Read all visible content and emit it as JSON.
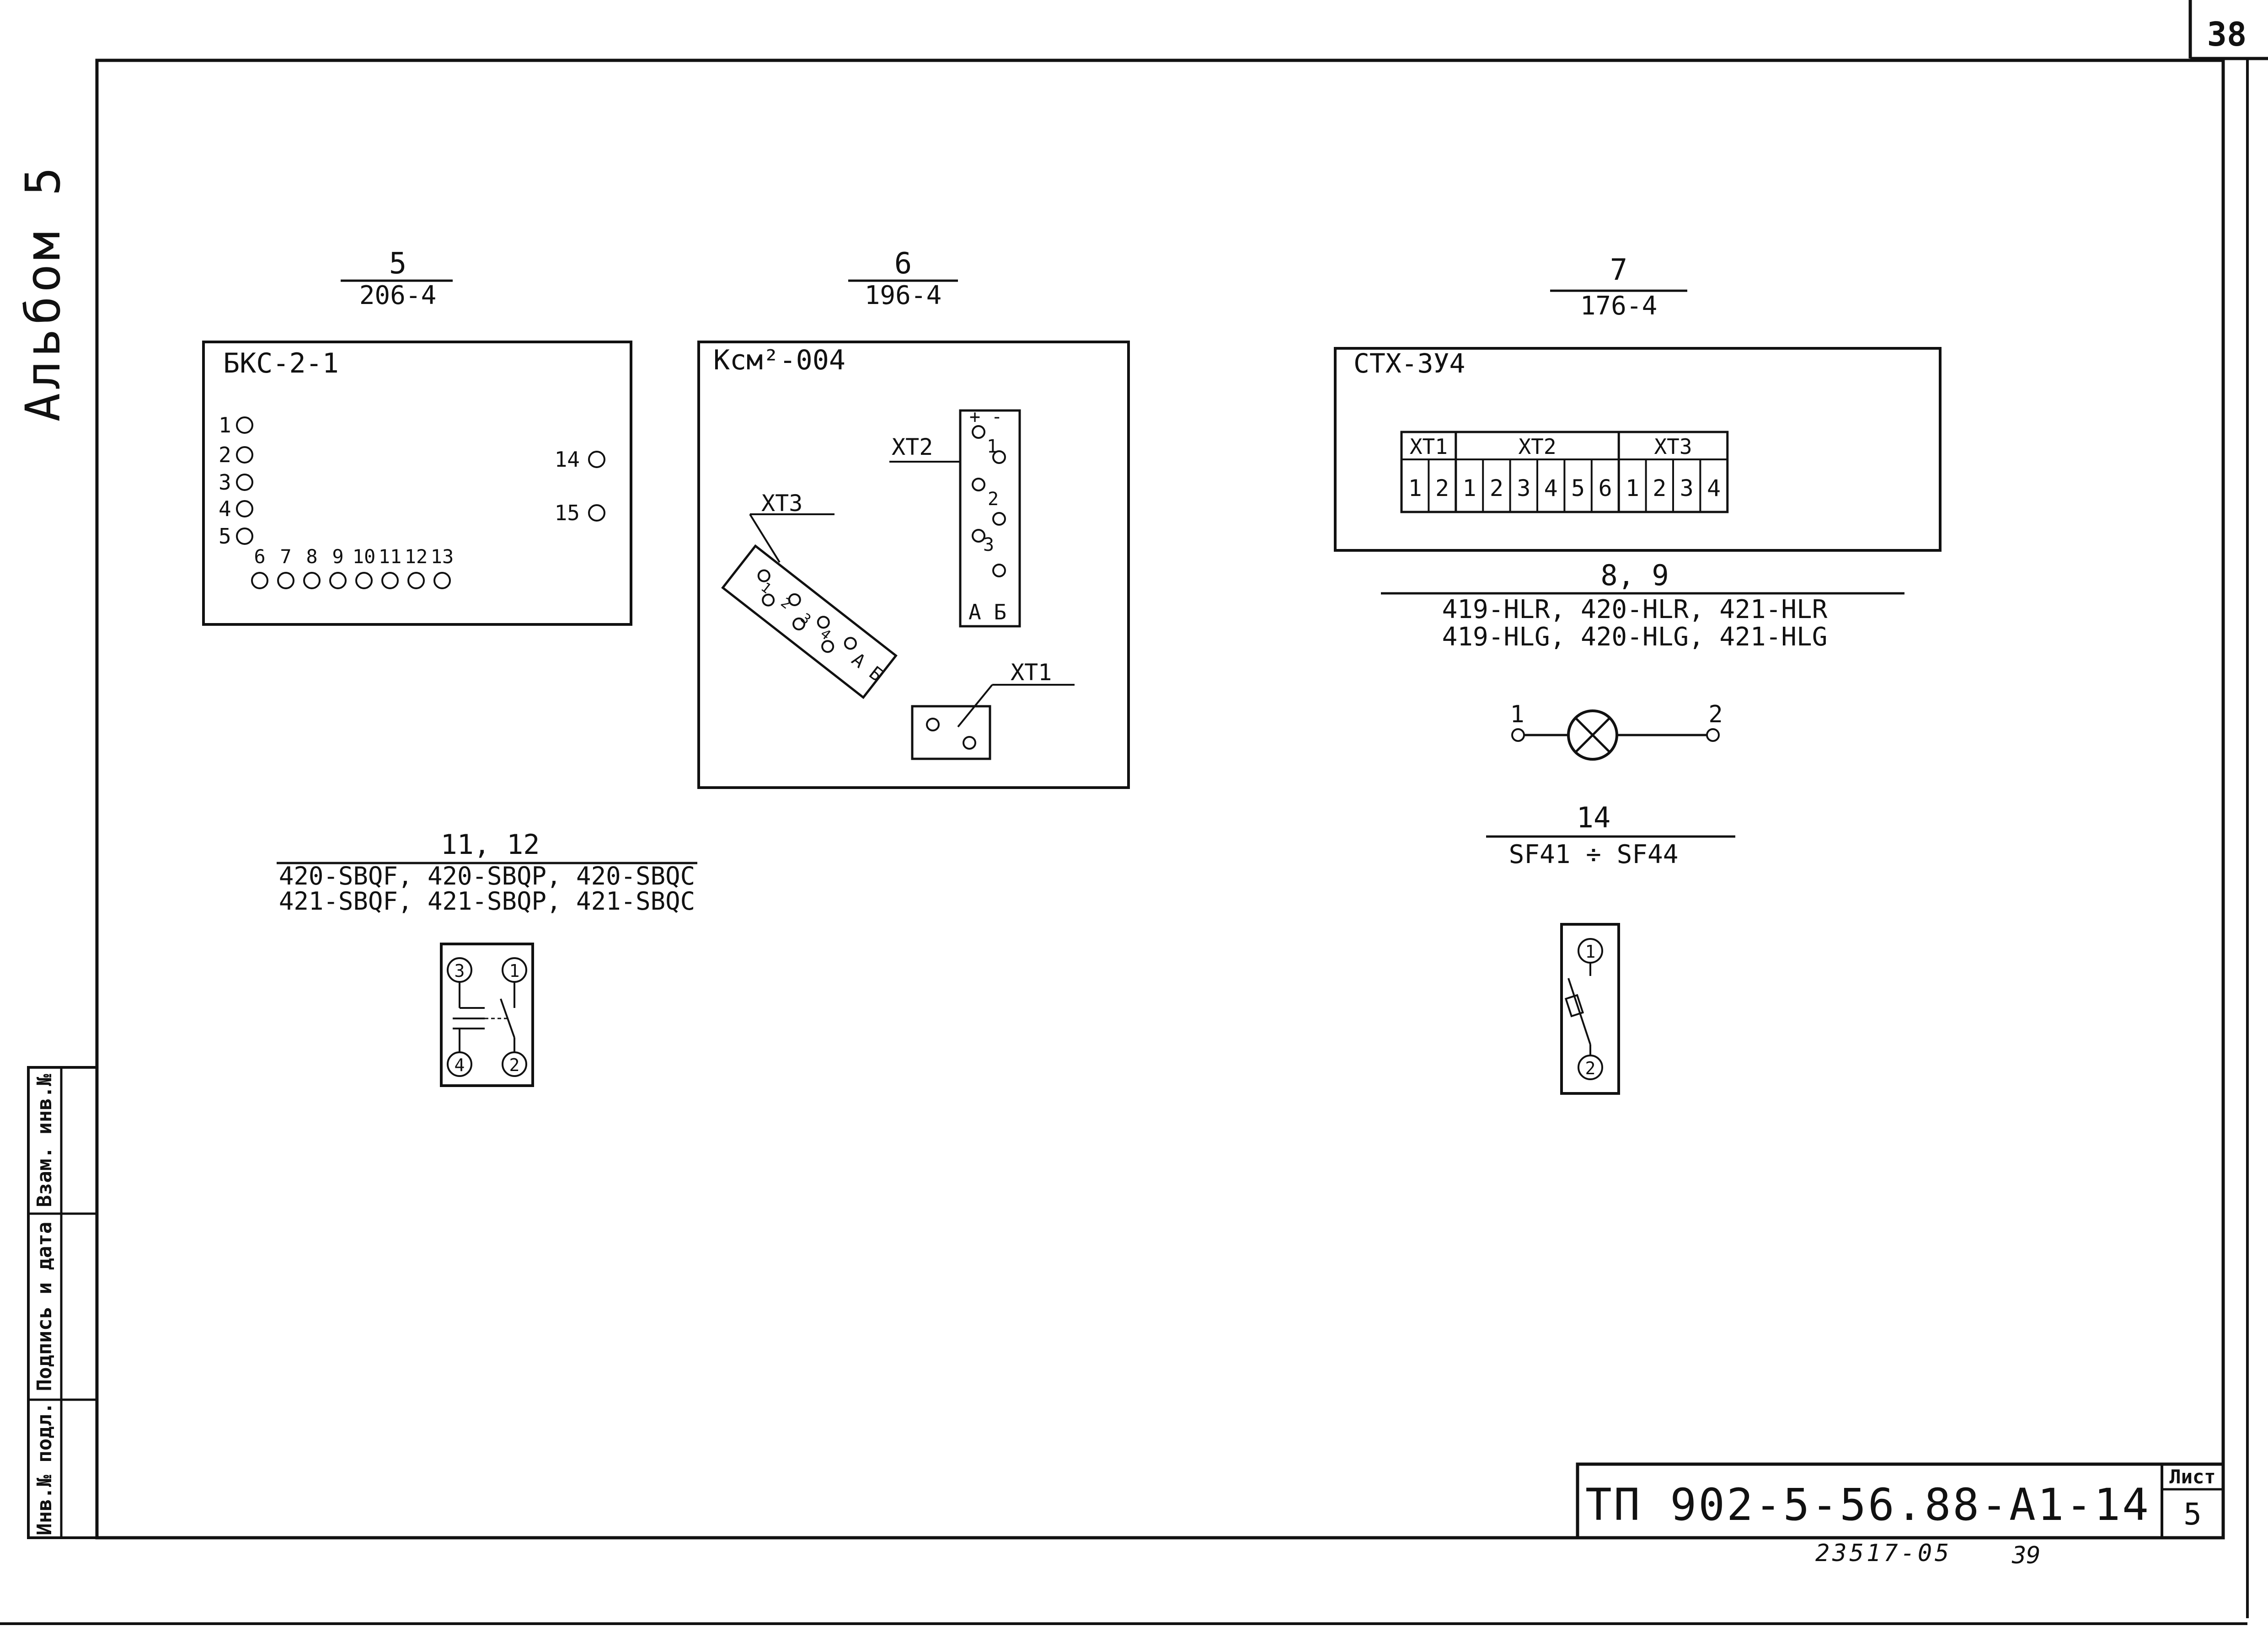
{
  "sheet": {
    "page_number": "38",
    "album_label": "Альбом 5",
    "designation": "ТП 902-5-56.88-А1-14",
    "sheet_label": "Лист",
    "sheet_number": "5",
    "archive_number": "23517-05",
    "archive_page": "39"
  },
  "margin_stamp": {
    "inv_no_original": "Инв.№ подл.",
    "signature_date": "Подпись и дата",
    "replaced_inv_no": "Взам. инв.№"
  },
  "blocks": {
    "b5": {
      "position_no": "5",
      "sheet_ref": "206-4",
      "type": "БКС-2-1",
      "terminals_left": [
        "1",
        "2",
        "3",
        "4",
        "5"
      ],
      "terminals_bottom": [
        "6",
        "7",
        "8",
        "9",
        "10",
        "11",
        "12",
        "13"
      ],
      "terminals_right": [
        "14",
        "15"
      ]
    },
    "b6": {
      "position_no": "6",
      "sheet_ref": "196-4",
      "type": "Ксм²-004",
      "xt2_label": "ХТ2",
      "xt3_label": "ХТ3",
      "xt1_label": "ХТ1",
      "xt2_top": "+ -",
      "xt2_pins": [
        "1",
        "2",
        "3"
      ],
      "xt2_bottom": "А Б",
      "xt3_pins": [
        "1",
        "2",
        "3",
        "4"
      ],
      "xt3_end": "А Б"
    },
    "b7": {
      "position_no": "7",
      "sheet_ref": "176-4",
      "type": "СТХ-3У4",
      "groups": [
        {
          "name": "ХТ1",
          "pins": [
            "1",
            "2"
          ]
        },
        {
          "name": "ХТ2",
          "pins": [
            "1",
            "2",
            "3",
            "4",
            "5",
            "6"
          ]
        },
        {
          "name": "ХТ3",
          "pins": [
            "1",
            "2",
            "3",
            "4"
          ]
        }
      ]
    },
    "b89": {
      "position_no": "8, 9",
      "line1": "419-HLR, 420-HLR, 421-HLR",
      "line2": "419-HLG, 420-HLG, 421-HLG",
      "pin_left": "1",
      "pin_right": "2"
    },
    "b1112": {
      "position_no": "11, 12",
      "line1": "420-SBQF, 420-SBQP, 420-SBQC",
      "line2": "421-SBQF, 421-SBQP, 421-SBQC",
      "pins": [
        "3",
        "1",
        "4",
        "2"
      ]
    },
    "b14": {
      "position_no": "14",
      "line1": "SF41 ÷ SF44",
      "pins": [
        "1",
        "2"
      ]
    }
  }
}
